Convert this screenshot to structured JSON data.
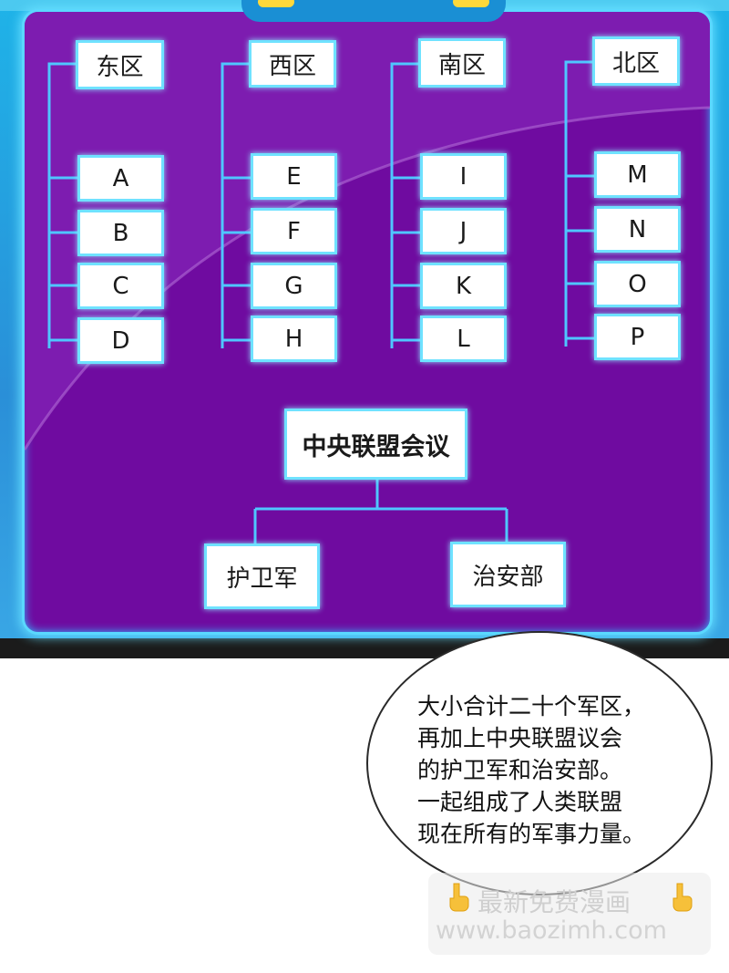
{
  "diagram": {
    "regions": [
      {
        "name": "东区",
        "units": [
          "A",
          "B",
          "C",
          "D"
        ]
      },
      {
        "name": "西区",
        "units": [
          "E",
          "F",
          "G",
          "H"
        ]
      },
      {
        "name": "南区",
        "units": [
          "I",
          "J",
          "K",
          "L"
        ]
      },
      {
        "name": "北区",
        "units": [
          "M",
          "N",
          "O",
          "P"
        ]
      }
    ],
    "center": {
      "name": "中央联盟会议",
      "children": [
        "护卫军",
        "治安部"
      ]
    }
  },
  "bubble": {
    "lines": [
      "大小合计二十个军区，",
      "再加上中央联盟议会",
      "的护卫军和治安部。",
      "一起组成了人类联盟",
      "现在所有的军事力量。"
    ]
  },
  "watermark": {
    "line1": "最新免费漫画",
    "line2": "www.baozimh.com",
    "icon": "pointing-hand-icon"
  },
  "colors": {
    "panel": "#6f0ba0",
    "frame": "#1fb3e8",
    "node_border": "#6fe2ff",
    "line": "#4fc6ff"
  }
}
